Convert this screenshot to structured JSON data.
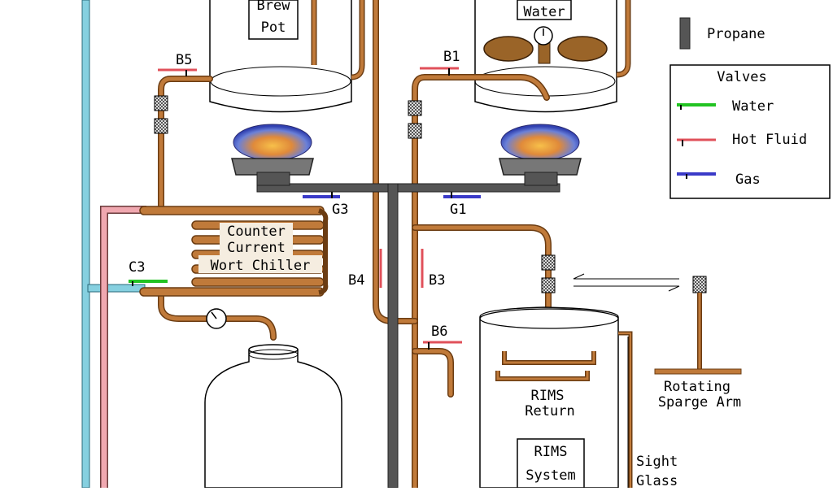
{
  "labels": {
    "brew_pot_line1": "Brew",
    "brew_pot_line2": "Pot",
    "water": "Water",
    "propane": "Propane",
    "chiller_line1": "Counter",
    "chiller_line2": "Current",
    "chiller_line3": "Wort Chiller",
    "rims_return_line1": "RIMS",
    "rims_return_line2": "Return",
    "rims_system_line1": "RIMS",
    "rims_system_line2": "System",
    "sparge_line1": "Rotating",
    "sparge_line2": "Sparge Arm",
    "sight_line1": "Sight",
    "sight_line2": "Glass"
  },
  "valves": {
    "b1": "B1",
    "b3": "B3",
    "b4": "B4",
    "b5": "B5",
    "b6": "B6",
    "c3": "C3",
    "g1": "G1",
    "g3": "G3"
  },
  "legend": {
    "title": "Valves",
    "items": [
      {
        "label": "Water",
        "color": "#22c322"
      },
      {
        "label": "Hot Fluid",
        "color": "#e0505a"
      },
      {
        "label": "Gas",
        "color": "#3a3ac8"
      }
    ]
  },
  "colors": {
    "copper": "#c07a3a",
    "copper_dark": "#6b3c12",
    "gas_pipe": "#555555",
    "water_pipe": "#86d0e0",
    "pink_pipe": "#f0a8b0"
  }
}
